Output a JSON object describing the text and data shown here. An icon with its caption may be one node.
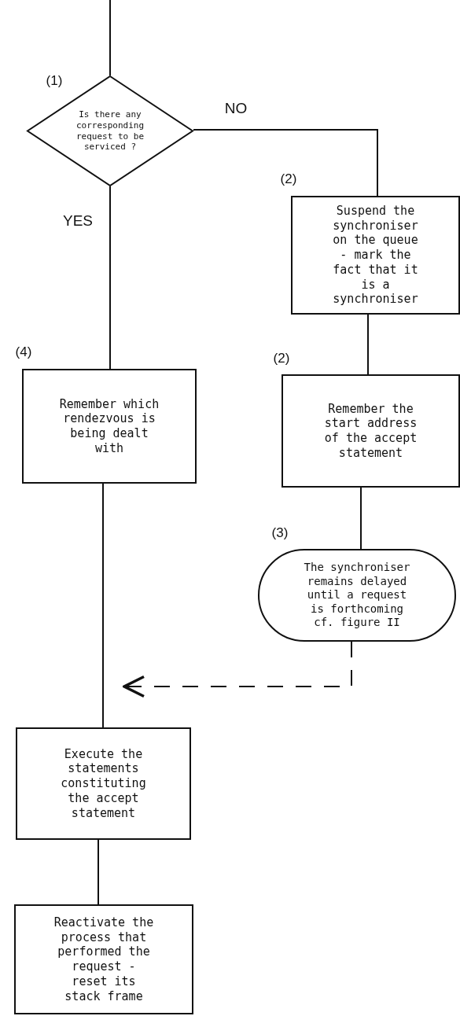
{
  "diagram": {
    "nodes": [
      {
        "text": [
          "Is there any corresponding request to be serviced ?"
        ],
        "beside": [
          "(1)"
        ]
      },
      {
        "text": [
          "Suspend the synchroniser on the queue - mark the fact that it is a synchroniser"
        ],
        "beside": [
          "(2)"
        ]
      },
      {
        "text": [
          "Remember the start address of the accept statement"
        ],
        "beside": [
          "(2)"
        ]
      },
      {
        "text": [
          "The synchroniser remains delayed until a request is forthcoming cf. figure II"
        ],
        "beside": [
          "(3)"
        ]
      },
      {
        "text": [
          "Remember which rendezvous is being dealt with"
        ],
        "beside": [
          "(4)"
        ]
      },
      {
        "text": [
          "Execute the statements constituting the accept statement"
        ]
      },
      {
        "text": [
          "Reactivate the process that performed the request - reset its stack frame"
        ]
      }
    ],
    "edges": [
      {
        "from": null,
        "to": 0,
        "arrow": "none"
      },
      {
        "from": 0,
        "to": 1,
        "arrow": "none",
        "label": "NO"
      },
      {
        "from": 1,
        "to": 2,
        "arrow": "none"
      },
      {
        "from": 2,
        "to": 3,
        "arrow": "none"
      },
      {
        "from": 0,
        "to": 4,
        "arrow": "none",
        "label": "YES"
      },
      {
        "from": 4,
        "to": 5,
        "arrow": "none"
      },
      {
        "from": 3,
        "to": null,
        "arrow": "to",
        "style": "dashed"
      },
      {
        "from": 5,
        "to": 6,
        "arrow": "none"
      }
    ]
  }
}
